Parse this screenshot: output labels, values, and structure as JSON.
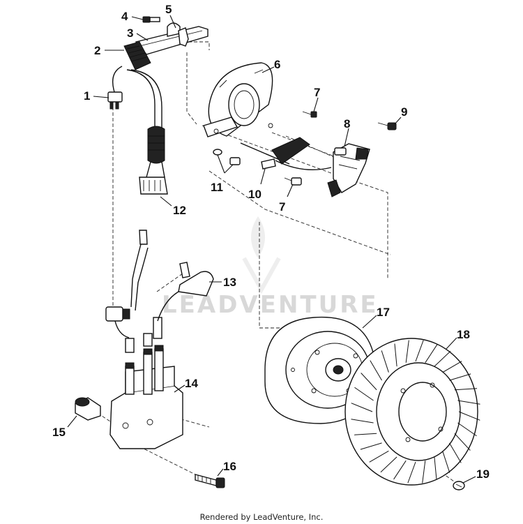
{
  "diagram": {
    "callouts": [
      "1",
      "2",
      "3",
      "4",
      "5",
      "6",
      "7",
      "7",
      "8",
      "9",
      "10",
      "11",
      "12",
      "13",
      "14",
      "15",
      "16",
      "17",
      "18",
      "19"
    ],
    "watermark": "LEADVENTURE",
    "footer": "Rendered by LeadVenture, Inc."
  }
}
